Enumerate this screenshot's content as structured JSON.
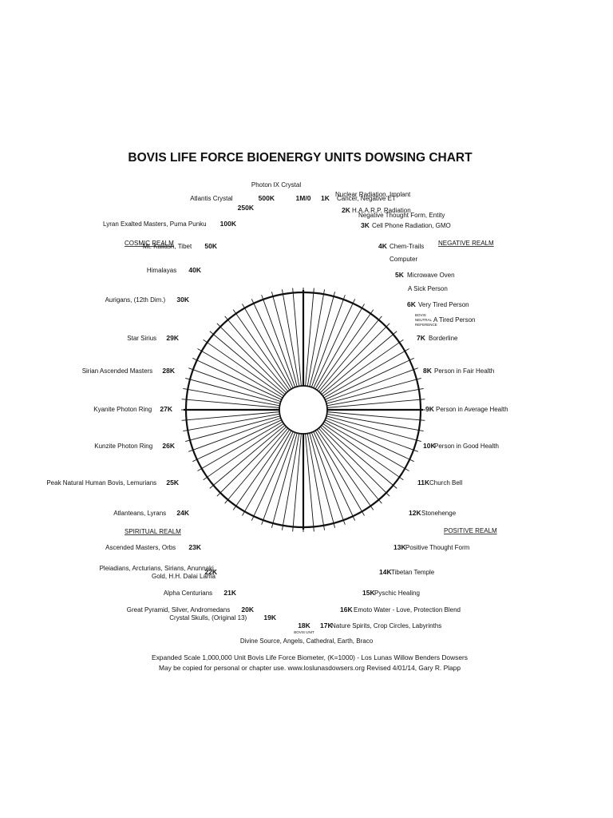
{
  "title": "BOVIS LIFE FORCE BIOENERGY UNITS DOWSING CHART",
  "realms": {
    "cosmic": "COSMIC REALM",
    "negative": "NEGATIVE REALM",
    "spiritual": "SPIRITUAL REALM",
    "positive": "POSITIVE REALM"
  },
  "top_value": "1M/0",
  "top_label": "Photon IX Crystal",
  "bottom_value": "18K",
  "bottom_sub": "BOVIS UNIT",
  "bottom_label": "Divine Source, Angels, Cathedral, Earth, Braco",
  "neutral_note": [
    "BOVIS",
    "NEUTRAL",
    "REFERENCE"
  ],
  "right_side": [
    {
      "value": "1K",
      "label": "Cancer, Negative ET"
    },
    {
      "value": "",
      "label": "Nuclear Radiation, Implant"
    },
    {
      "value": "2K",
      "label": "H.A.A.R.P. Radiation"
    },
    {
      "value": "",
      "label": "Negative Thought Form, Entity"
    },
    {
      "value": "3K",
      "label": "Cell Phone Radiation, GMO"
    },
    {
      "value": "4K",
      "label": "Chem-Trails"
    },
    {
      "value": "",
      "label": "Computer"
    },
    {
      "value": "5K",
      "label": "Microwave Oven"
    },
    {
      "value": "",
      "label": "A Sick Person"
    },
    {
      "value": "6K",
      "label": "Very Tired Person"
    },
    {
      "value": "",
      "label": "A Tired Person"
    },
    {
      "value": "7K",
      "label": "Borderline"
    },
    {
      "value": "8K",
      "label": "Person in Fair Health"
    },
    {
      "value": "9K",
      "label": "Person in Average Health"
    },
    {
      "value": "10K",
      "label": "Person in Good Health"
    },
    {
      "value": "11K",
      "label": "Church Bell"
    },
    {
      "value": "12K",
      "label": "Stonehenge"
    },
    {
      "value": "13K",
      "label": "Positive Thought Form"
    },
    {
      "value": "14K",
      "label": "Tibetan Temple"
    },
    {
      "value": "15K",
      "label": "Pyschic Healing"
    },
    {
      "value": "16K",
      "label": "Emoto Water - Love, Protection Blend"
    },
    {
      "value": "17K",
      "label": "Nature Spirits, Crop Circles, Labyrinths"
    }
  ],
  "left_side": [
    {
      "value": "500K",
      "label": "Atlantis Crystal"
    },
    {
      "value": "250K",
      "label": ""
    },
    {
      "value": "100K",
      "label": "Lyran Exalted Masters, Puma Punku"
    },
    {
      "value": "50K",
      "label": "Mt. Kailash, Tibet"
    },
    {
      "value": "40K",
      "label": "Himalayas"
    },
    {
      "value": "30K",
      "label": "Aurigans, (12th Dim.)"
    },
    {
      "value": "29K",
      "label": "Star Sirius"
    },
    {
      "value": "28K",
      "label": "Sirian Ascended Masters"
    },
    {
      "value": "27K",
      "label": "Kyanite Photon Ring"
    },
    {
      "value": "26K",
      "label": "Kunzite Photon Ring"
    },
    {
      "value": "25K",
      "label": "Peak Natural Human Bovis, Lemurians"
    },
    {
      "value": "24K",
      "label": "Atlanteans, Lyrans"
    },
    {
      "value": "23K",
      "label": "Ascended Masters, Orbs"
    },
    {
      "value": "22K",
      "label": "Pleiadians, Arcturians, Sirians, Anunnaki, Gold, H.H. Dalai Lama"
    },
    {
      "value": "21K",
      "label": "Alpha Centurians"
    },
    {
      "value": "20K",
      "label": "Great Pyramid, Silver, Andromedans"
    },
    {
      "value": "19K",
      "label": "Crystal Skulls, (Original 13)"
    }
  ],
  "footer": {
    "line1": "Expanded Scale 1,000,000 Unit Bovis Life Force Biometer, (K=1000) - Los Lunas Willow Benders Dowsers",
    "line2": "May be copied for personal or chapter use.  www.loslunasdowsers.org  Revised 4/01/14, Gary R. Plapp"
  }
}
